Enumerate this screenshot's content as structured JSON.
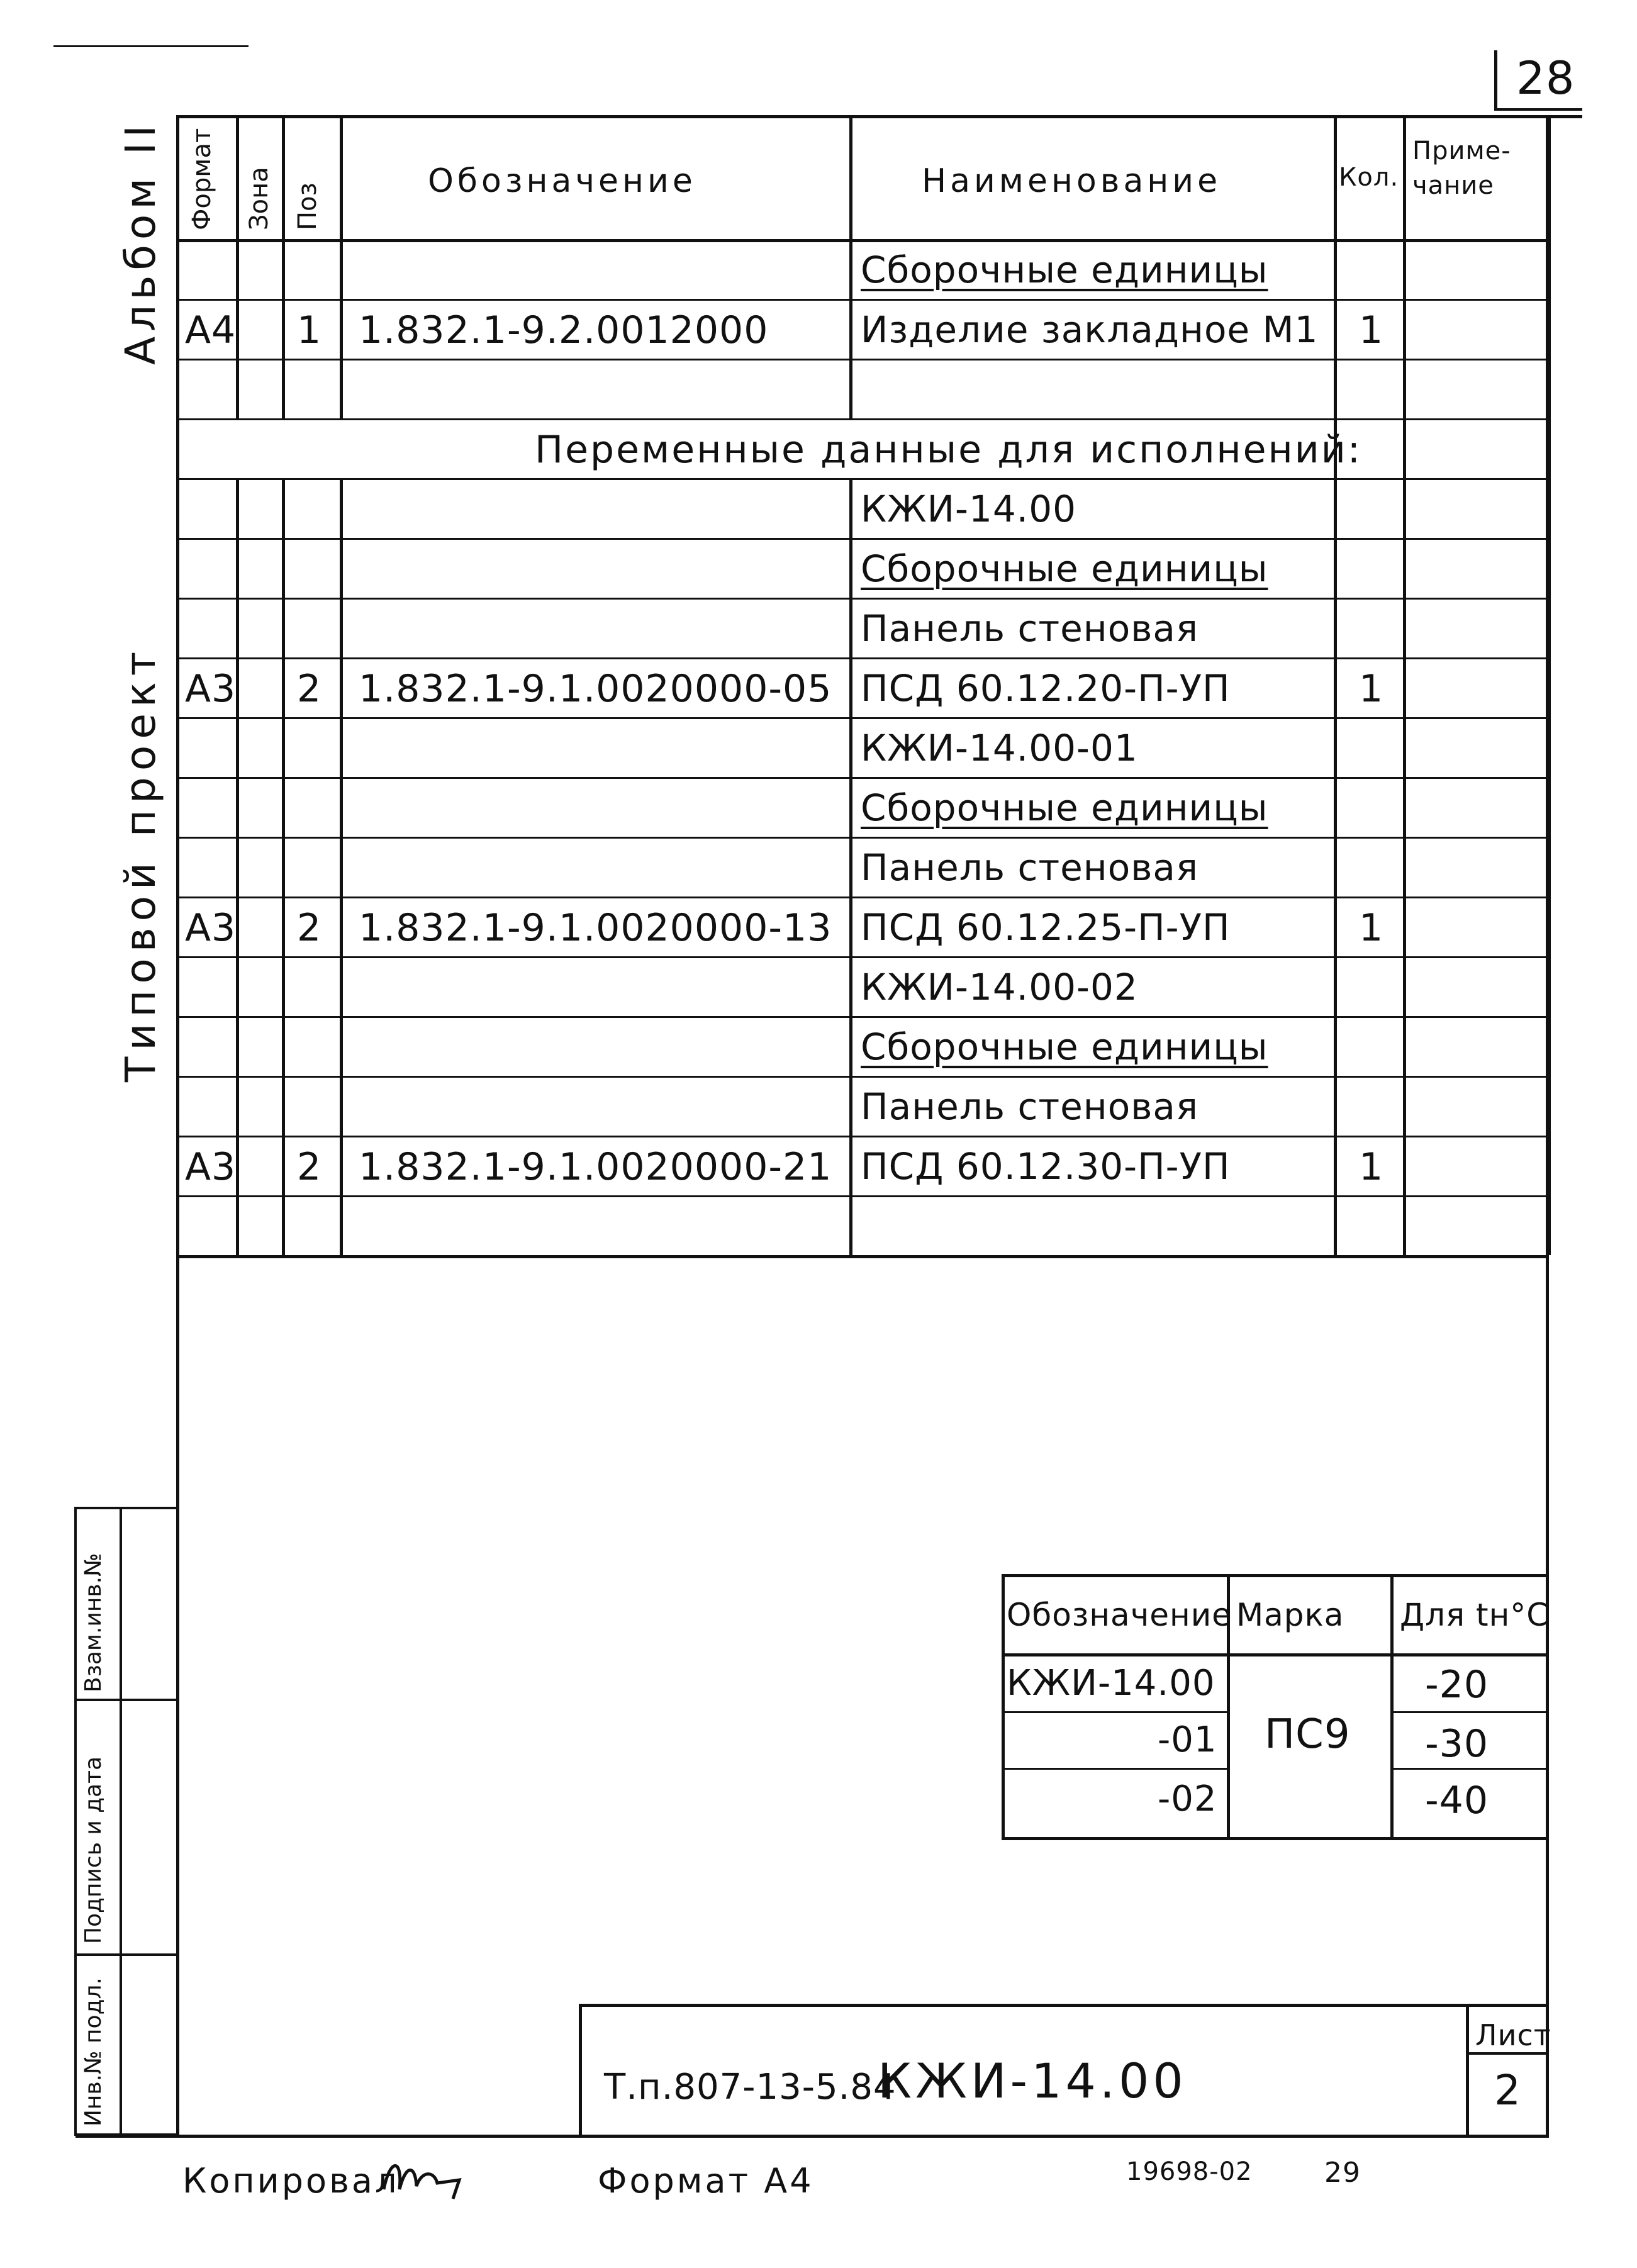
{
  "sheet_number_top": "28",
  "side_label": "Альбом II",
  "side_label_bottom": "Типовой проект",
  "columns": {
    "format": "Формат",
    "zone": "Зона",
    "pos": "Поз",
    "designation": "Обозначение",
    "name": "Наименование",
    "qty": "Кол.",
    "note_line1": "Приме-",
    "note_line2": "чание"
  },
  "rows": [
    {
      "format": "",
      "pos": "",
      "designation": "",
      "name": "Сборочные единицы",
      "qty": "",
      "style": "u"
    },
    {
      "format": "А4",
      "pos": "1",
      "designation": "1.832.1-9.2.0012000",
      "name": "Изделие закладное М1",
      "qty": "1",
      "style": ""
    },
    {
      "format": "",
      "pos": "",
      "designation": "",
      "name": "",
      "qty": "",
      "style": ""
    },
    {
      "format": "",
      "pos": "",
      "designation": "",
      "name": "",
      "qty": "",
      "style": "span"
    },
    {
      "format": "",
      "pos": "",
      "designation": "",
      "name": "КЖИ-14.00",
      "qty": "",
      "style": ""
    },
    {
      "format": "",
      "pos": "",
      "designation": "",
      "name": "Сборочные единицы",
      "qty": "",
      "style": "u"
    },
    {
      "format": "",
      "pos": "",
      "designation": "",
      "name": "Панель стеновая",
      "qty": "",
      "style": ""
    },
    {
      "format": "А3",
      "pos": "2",
      "designation": "1.832.1-9.1.0020000-05",
      "name": "ПСД 60.12.20-П-УП",
      "qty": "1",
      "style": ""
    },
    {
      "format": "",
      "pos": "",
      "designation": "",
      "name": "КЖИ-14.00-01",
      "qty": "",
      "style": ""
    },
    {
      "format": "",
      "pos": "",
      "designation": "",
      "name": "Сборочные единицы",
      "qty": "",
      "style": "u"
    },
    {
      "format": "",
      "pos": "",
      "designation": "",
      "name": "Панель стеновая",
      "qty": "",
      "style": ""
    },
    {
      "format": "А3",
      "pos": "2",
      "designation": "1.832.1-9.1.0020000-13",
      "name": "ПСД 60.12.25-П-УП",
      "qty": "1",
      "style": ""
    },
    {
      "format": "",
      "pos": "",
      "designation": "",
      "name": "КЖИ-14.00-02",
      "qty": "",
      "style": ""
    },
    {
      "format": "",
      "pos": "",
      "designation": "",
      "name": "Сборочные единицы",
      "qty": "",
      "style": "u"
    },
    {
      "format": "",
      "pos": "",
      "designation": "",
      "name": "Панель стеновая",
      "qty": "",
      "style": ""
    },
    {
      "format": "А3",
      "pos": "2",
      "designation": "1.832.1-9.1.0020000-21",
      "name": "ПСД 60.12.30-П-УП",
      "qty": "1",
      "style": ""
    },
    {
      "format": "",
      "pos": "",
      "designation": "",
      "name": "",
      "qty": "",
      "style": ""
    }
  ],
  "variable_data_heading": "Переменные данные для исполнений:",
  "variants_table": {
    "headers": [
      "Обозначение",
      "Марка",
      "Для tн°С"
    ],
    "rows": [
      {
        "designation": "КЖИ-14.00",
        "temp": "-20"
      },
      {
        "designation": "-01",
        "temp": "-30"
      },
      {
        "designation": "-02",
        "temp": "-40"
      }
    ],
    "mark": "ПС9"
  },
  "left_stamp": [
    "Инв.№ подл.",
    "Подпись и дата",
    "Взам.инв.№"
  ],
  "title_block": {
    "code": "Т.п.807-13-5.84",
    "doc": "КЖИ-14.00",
    "sheet_label": "Лист",
    "sheet_value": "2"
  },
  "footer": {
    "copied": "Копировал",
    "format": "Формат А4",
    "order": "19698-02",
    "page": "29"
  }
}
